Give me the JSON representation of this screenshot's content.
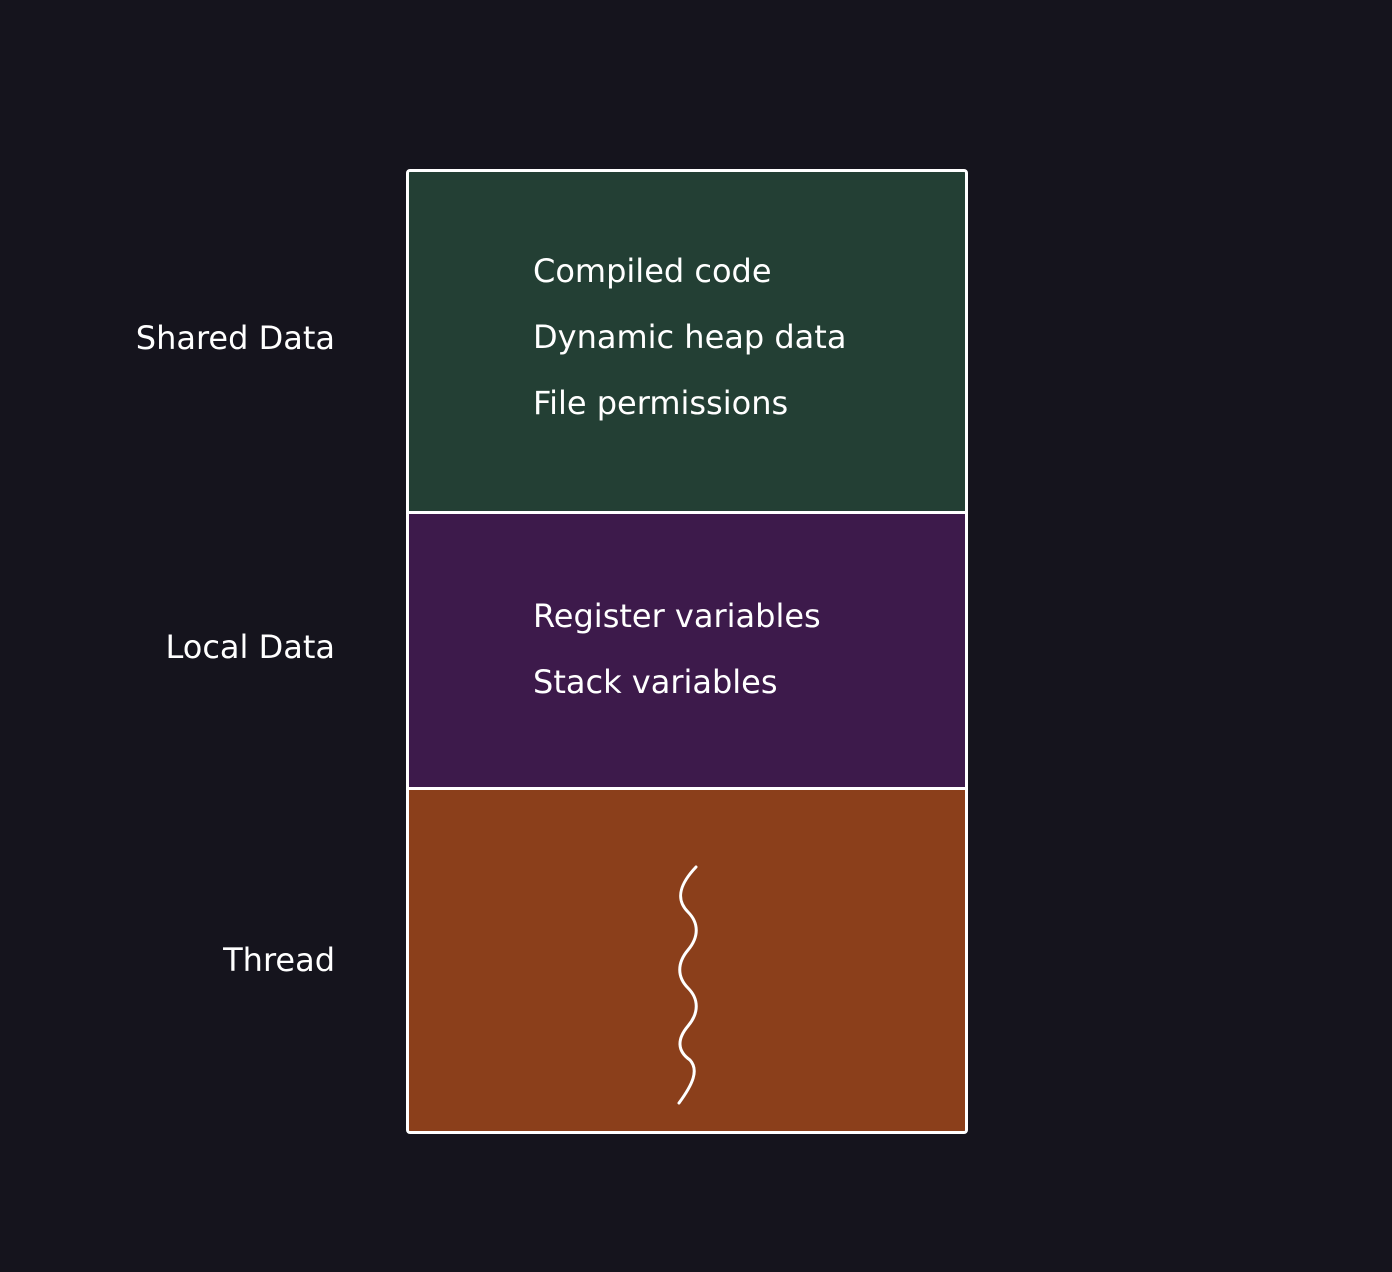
{
  "labels": {
    "shared": "Shared Data",
    "local": "Local Data",
    "thread": "Thread"
  },
  "shared_items": [
    "Compiled code",
    "Dynamic heap data",
    "File permissions"
  ],
  "local_items": [
    "Register variables",
    "Stack variables"
  ],
  "colors": {
    "background": "#15141d",
    "shared": "#233f34",
    "local": "#3d1a4b",
    "thread": "#8b3f1b",
    "outline": "#ffffff"
  },
  "icons": {
    "thread": "wavy-thread-icon"
  }
}
